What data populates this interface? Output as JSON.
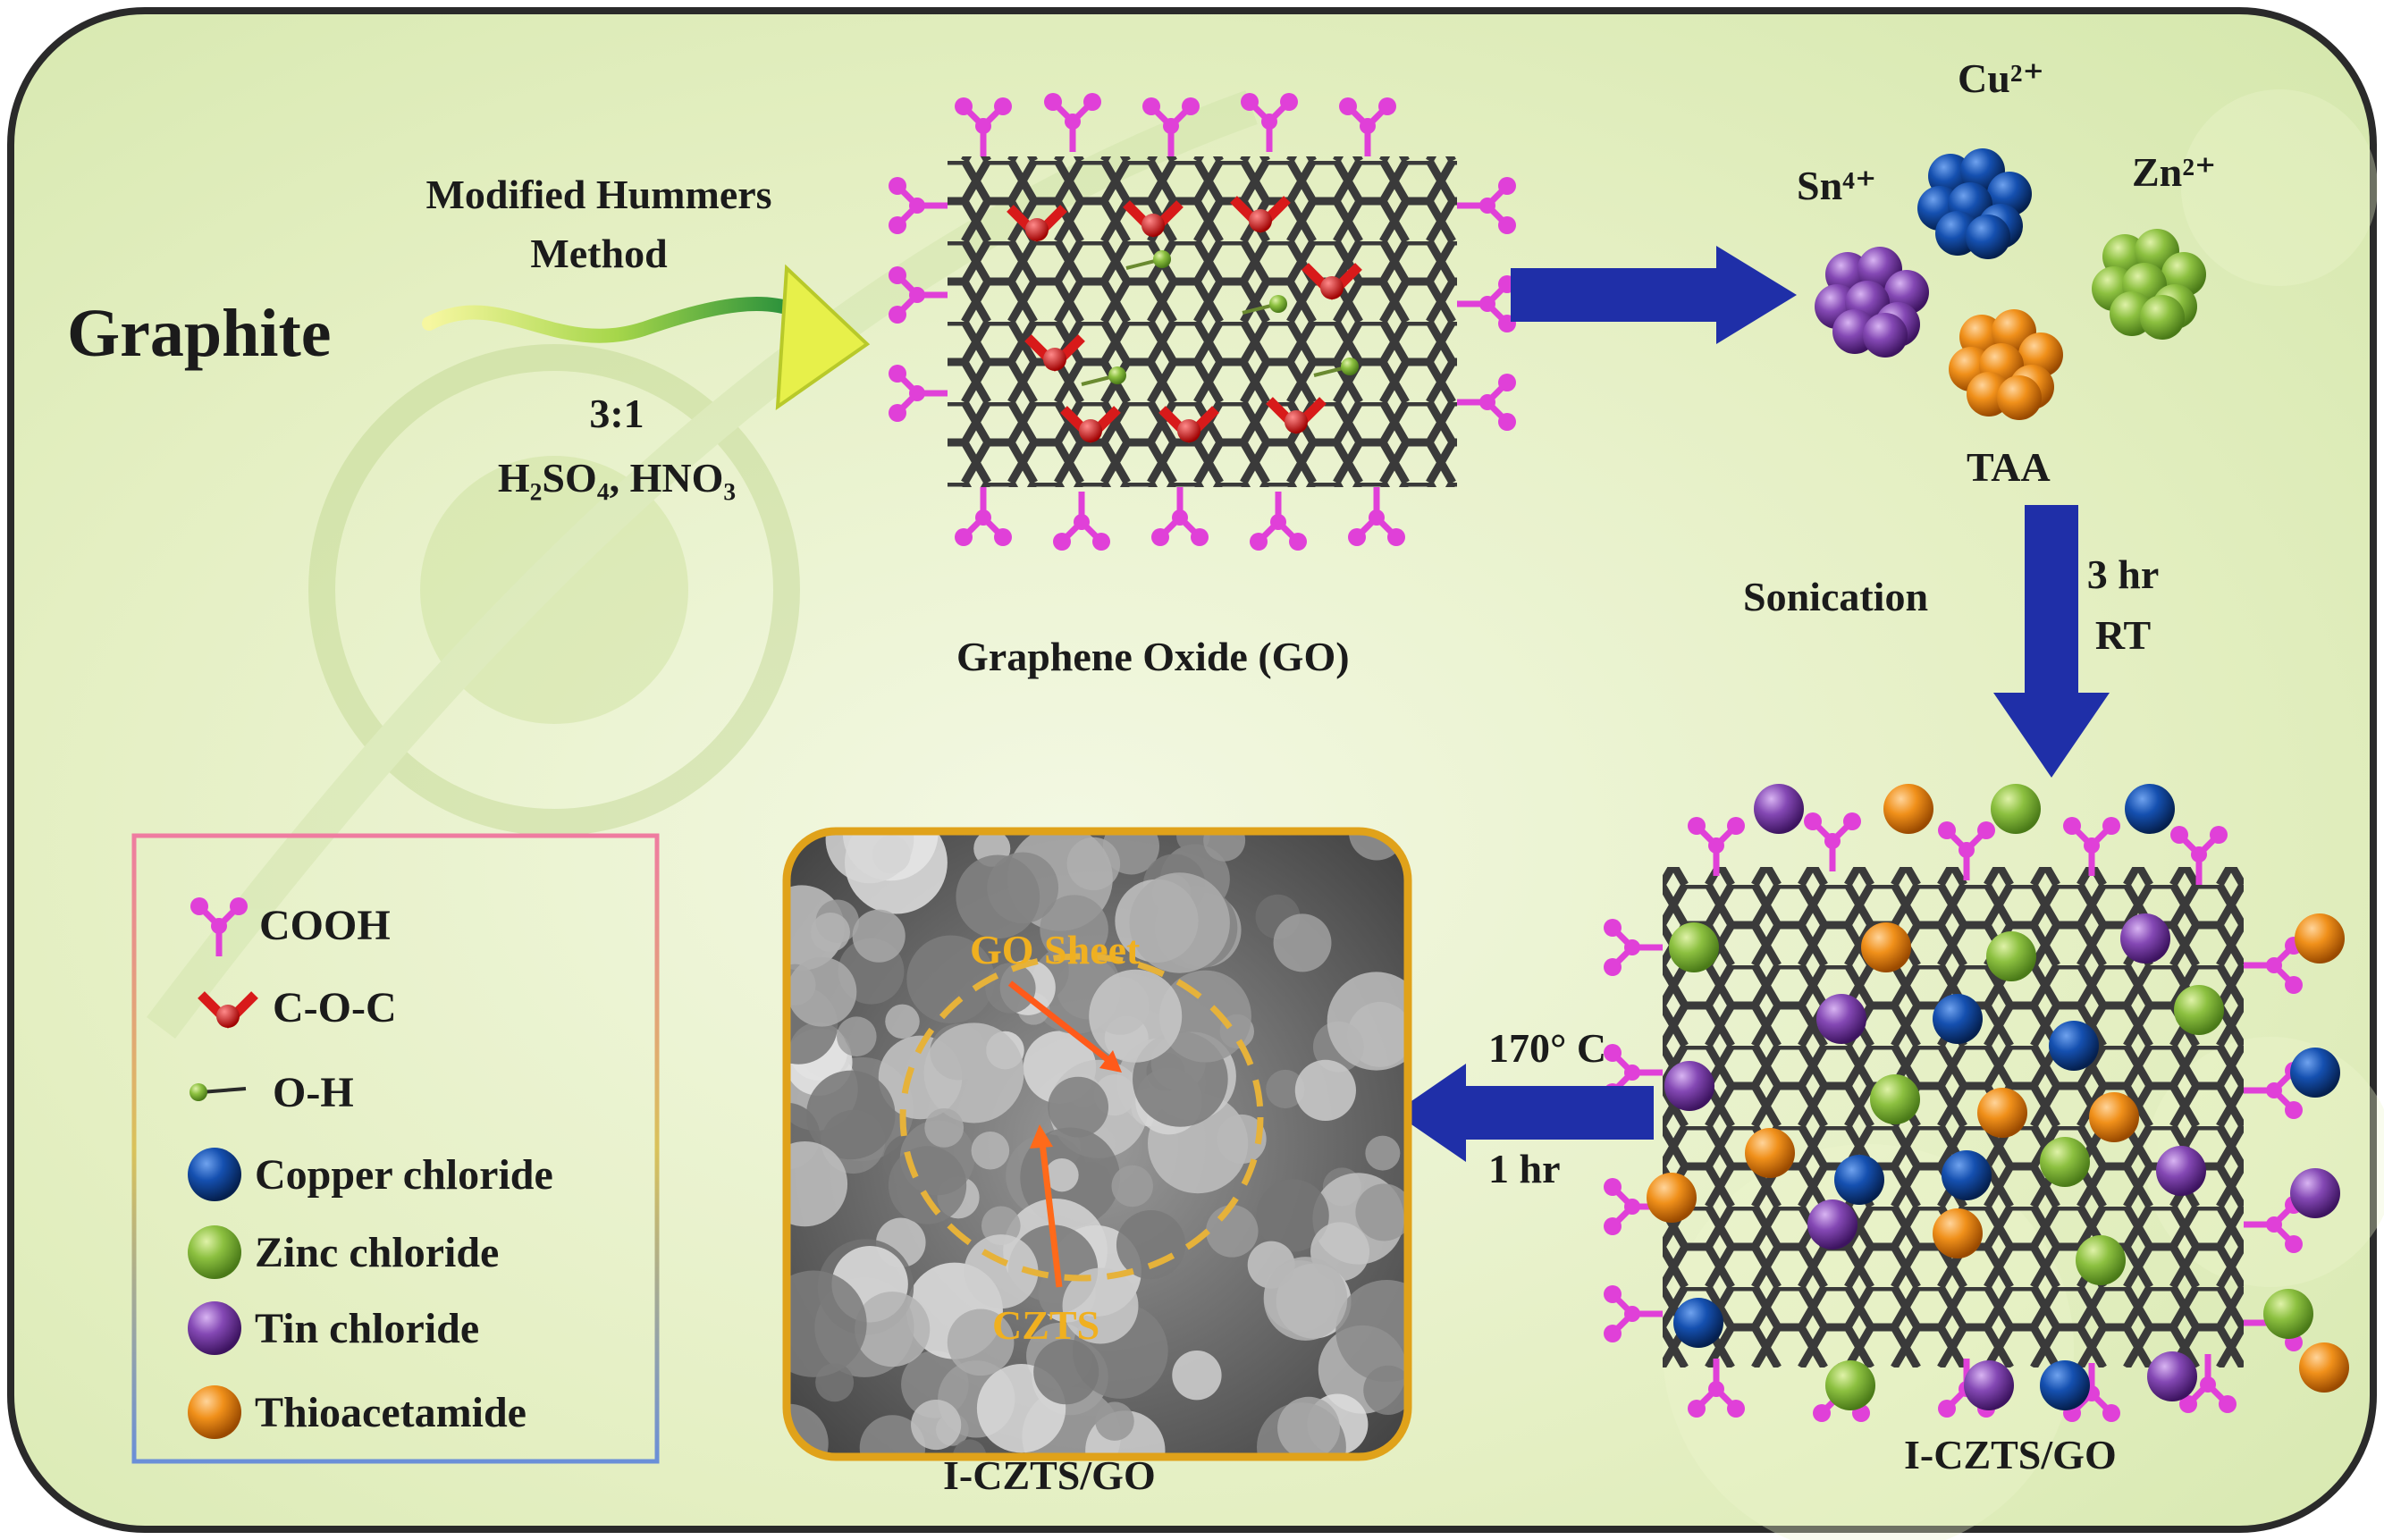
{
  "title": "Graphite",
  "method": {
    "line1": "Modified Hummers",
    "line2": "Method"
  },
  "acid": {
    "ratio": "3:1",
    "reagents": "H₂SO₄, HNO₃"
  },
  "go_label": "Graphene Oxide (GO)",
  "ions": {
    "cu": "Cu²⁺",
    "sn": "Sn⁴⁺",
    "zn": "Zn²⁺",
    "taa": "TAA"
  },
  "step2": {
    "action": "Sonication",
    "time": "3 hr",
    "temp": "RT"
  },
  "step3": {
    "temp": "170° C",
    "time": "1 hr"
  },
  "product_label": "I-CZTS/GO",
  "sem": {
    "label": "I-CZTS/GO",
    "annotation_sheet": "GO Sheet",
    "annotation_czts": "CZTS"
  },
  "legend": [
    {
      "icon": "cooh-icon",
      "label": "COOH"
    },
    {
      "icon": "epoxy-icon",
      "label": "C-O-C"
    },
    {
      "icon": "hydroxyl-icon",
      "label": "O-H"
    },
    {
      "icon": "copper-sphere-icon",
      "label": "Copper chloride",
      "color": "#0d3f8f"
    },
    {
      "icon": "zinc-sphere-icon",
      "label": "Zinc chloride",
      "color": "#7fb33a"
    },
    {
      "icon": "tin-sphere-icon",
      "label": "Tin chloride",
      "color": "#7b43a6"
    },
    {
      "icon": "taa-sphere-icon",
      "label": "Thioacetamide",
      "color": "#e88a14"
    }
  ],
  "colors": {
    "arrow": "#1f2fa8",
    "cooh": "#e040d8",
    "epoxy": "#d81a1a",
    "lattice": "#333333",
    "background": "#e6f0c6",
    "border": "#333333"
  }
}
